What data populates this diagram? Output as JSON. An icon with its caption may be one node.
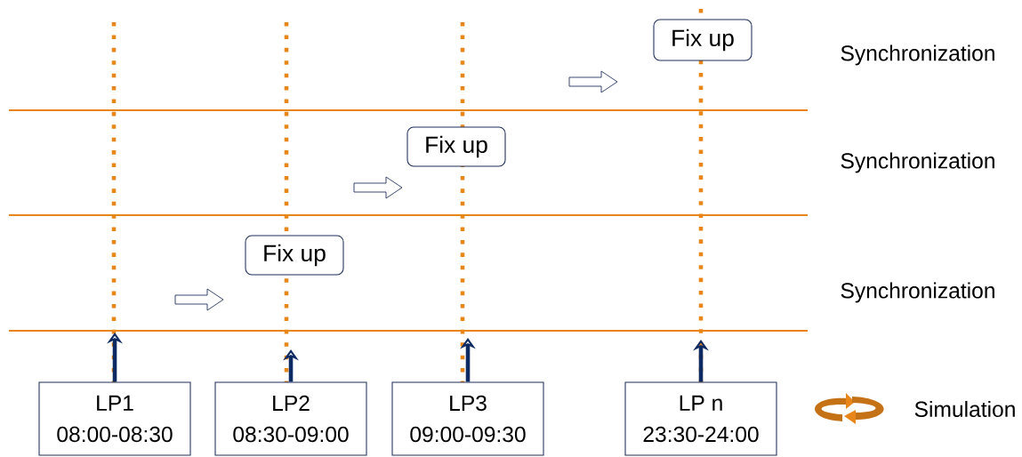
{
  "diagram": {
    "nodes": [
      {
        "text": [
          "LP1",
          "08:00-08:30"
        ]
      },
      {
        "text": [
          "LP2",
          "08:30-09:00"
        ]
      },
      {
        "text": [
          "LP3",
          "09:00-09:30"
        ]
      },
      {
        "text": [
          "LP n",
          "23:30-24:00"
        ]
      },
      {
        "text": [
          "Fix up"
        ]
      },
      {
        "text": [
          "Fix up"
        ]
      },
      {
        "text": [
          "Fix up"
        ]
      }
    ],
    "edges": [
      {
        "from": 0,
        "to": null,
        "arrow": "to"
      },
      {
        "from": 1,
        "to": null,
        "arrow": "to"
      },
      {
        "from": 2,
        "to": null,
        "arrow": "to"
      },
      {
        "from": 3,
        "to": null,
        "arrow": "to"
      }
    ],
    "labels": [
      "Synchronization",
      "Synchronization",
      "Synchronization",
      "Simulation"
    ]
  }
}
